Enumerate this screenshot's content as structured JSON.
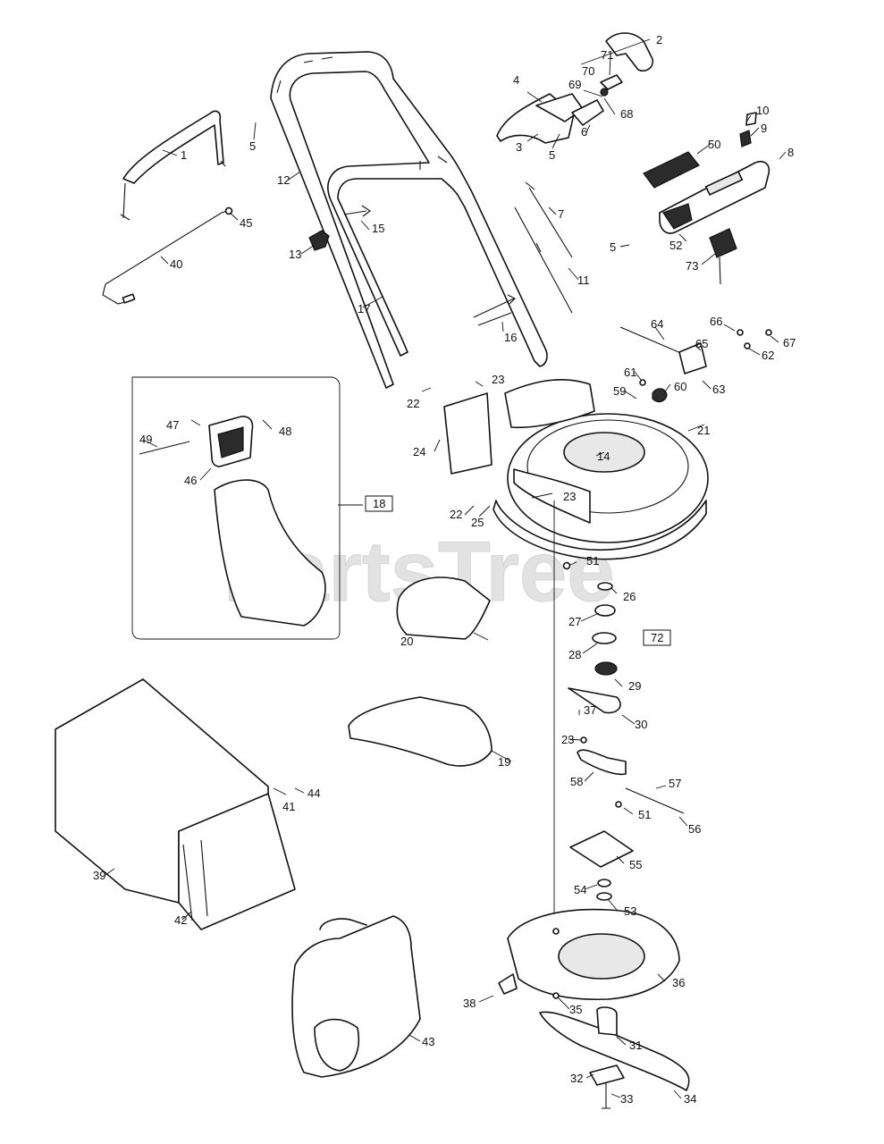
{
  "watermark": "PartsTree",
  "boxed_labels": {
    "bag_assembly": "18",
    "blade_kit": "72"
  },
  "callouts": {
    "c1": "1",
    "c2": "2",
    "c3": "3",
    "c4": "4",
    "c5a": "5",
    "c5b": "5",
    "c5c": "5",
    "c6": "6",
    "c7": "7",
    "c8": "8",
    "c9": "9",
    "c10": "10",
    "c11": "11",
    "c12": "12",
    "c13": "13",
    "c14": "14",
    "c15": "15",
    "c16": "16",
    "c17": "17",
    "c19": "19",
    "c20": "20",
    "c21": "21",
    "c22a": "22",
    "c22b": "22",
    "c23a": "23",
    "c23b": "23",
    "c23c": "23",
    "c24": "24",
    "c25": "25",
    "c26": "26",
    "c27": "27",
    "c28": "28",
    "c29": "29",
    "c30": "30",
    "c31": "31",
    "c32": "32",
    "c33": "33",
    "c34": "34",
    "c35": "35",
    "c36": "36",
    "c37": "37",
    "c38": "38",
    "c39": "39",
    "c40": "40",
    "c41": "41",
    "c42": "42",
    "c43": "43",
    "c44": "44",
    "c45": "45",
    "c46": "46",
    "c47": "47",
    "c48": "48",
    "c49": "49",
    "c50": "50",
    "c51a": "51",
    "c51b": "51",
    "c52": "52",
    "c53": "53",
    "c54": "54",
    "c55": "55",
    "c56": "56",
    "c57": "57",
    "c58": "58",
    "c59": "59",
    "c60": "60",
    "c61": "61",
    "c62": "62",
    "c63": "63",
    "c64": "64",
    "c65": "65",
    "c66": "66",
    "c67": "67",
    "c68": "68",
    "c69": "69",
    "c70": "70",
    "c71": "71",
    "c73": "73"
  }
}
